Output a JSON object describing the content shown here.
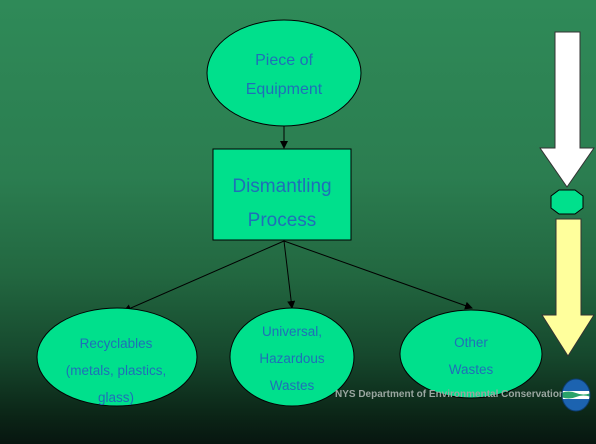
{
  "diagram": {
    "top_node": {
      "line1": "Piece of",
      "line2": "Equipment"
    },
    "process_node": {
      "line1": "Dismantling",
      "line2": "Process"
    },
    "outputs": [
      {
        "line1": "Recyclables",
        "line2": "(metals, plastics,",
        "line3": "glass)"
      },
      {
        "line1": "Universal,",
        "line2": "Hazardous",
        "line3": "Wastes"
      },
      {
        "line1": "Other",
        "line2": "Wastes"
      }
    ]
  },
  "footer": {
    "organization": "NYS Department of Environmental  Conservation"
  },
  "colors": {
    "node_fill": "#00e08c",
    "node_text": "#1f6fb8",
    "arrow_top": "#ffffff",
    "arrow_bottom": "#ffff9c",
    "connector_node": "#00e08c"
  },
  "icons": {
    "logo": "nys-dec-logo"
  }
}
